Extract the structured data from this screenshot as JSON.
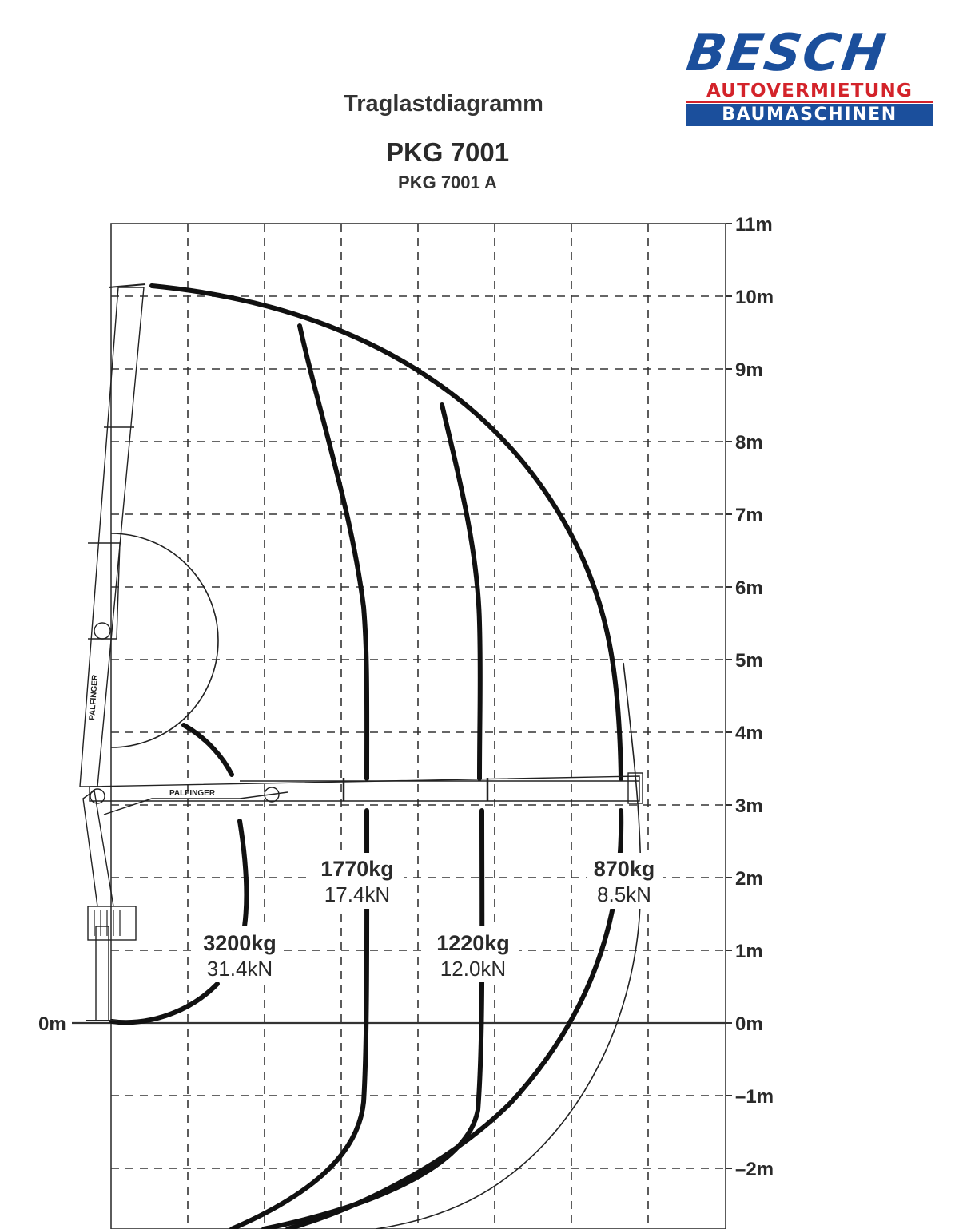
{
  "brand": {
    "name": "BESCH",
    "line1": "AUTOVERMIETUNG",
    "line2": "BAUMASCHINEN",
    "colors": {
      "blue": "#1b4f9c",
      "red": "#d3232a"
    }
  },
  "header": {
    "title": "Traglastdiagramm",
    "model": "PKG 7001",
    "variant": "PKG 7001 A"
  },
  "axis": {
    "ticks": [
      {
        "value": 11,
        "label": "11m"
      },
      {
        "value": 10,
        "label": "10m"
      },
      {
        "value": 9,
        "label": "9m"
      },
      {
        "value": 8,
        "label": "8m"
      },
      {
        "value": 7,
        "label": "7m"
      },
      {
        "value": 6,
        "label": "6m"
      },
      {
        "value": 5,
        "label": "5m"
      },
      {
        "value": 4,
        "label": "4m"
      },
      {
        "value": 3,
        "label": "3m"
      },
      {
        "value": 2,
        "label": "2m"
      },
      {
        "value": 1,
        "label": "1m"
      },
      {
        "value": 0,
        "label": "0m"
      },
      {
        "value": -1,
        "label": "–1m"
      },
      {
        "value": -2,
        "label": "–2m"
      }
    ],
    "left_zero_label": "0m"
  },
  "loads": [
    {
      "kg": "3200kg",
      "kn": "31.4kN"
    },
    {
      "kg": "1770kg",
      "kn": "17.4kN"
    },
    {
      "kg": "1220kg",
      "kn": "12.0kN"
    },
    {
      "kg": "870kg",
      "kn": "8.5kN"
    }
  ],
  "crane_markings": {
    "boom_brand": "PALFINGER"
  }
}
